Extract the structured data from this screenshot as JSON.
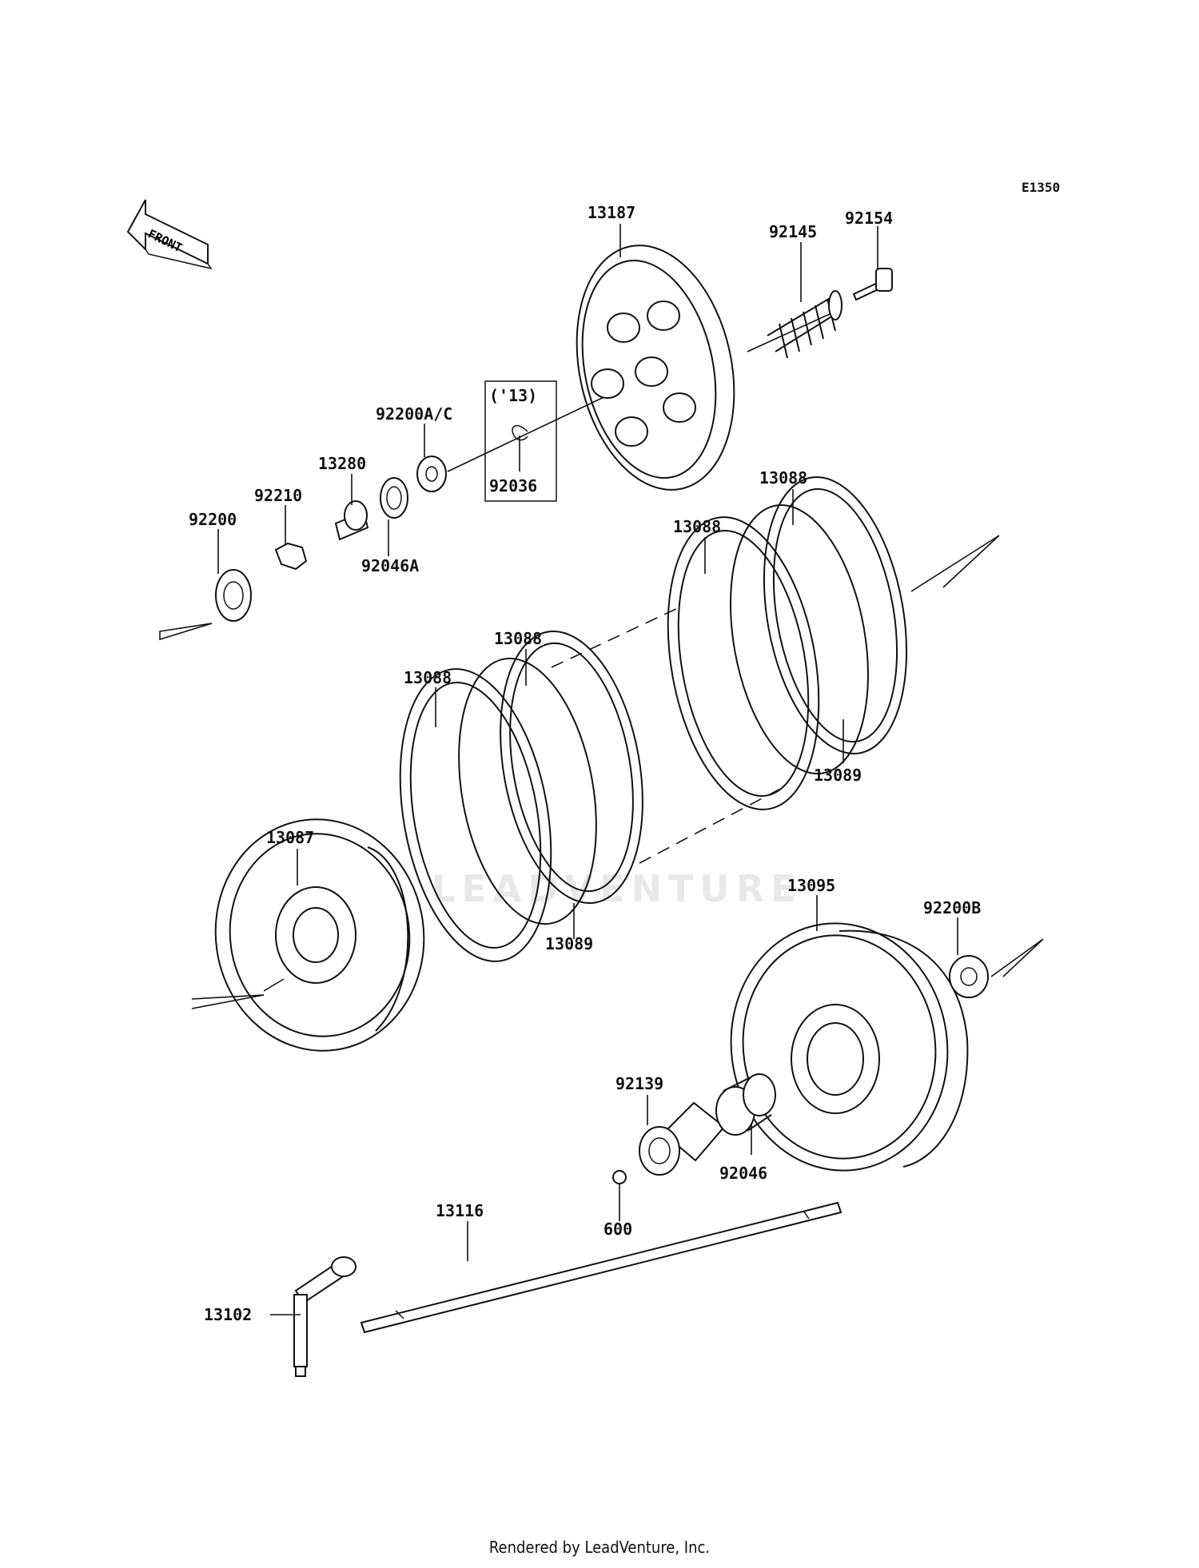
{
  "diagram_code": "E1350",
  "front_label": "FRONT",
  "note_label": "('13)",
  "watermark": "LEADVENTURE",
  "parts": [
    {
      "id": "p13187",
      "number": "13187"
    },
    {
      "id": "p92154",
      "number": "92154"
    },
    {
      "id": "p92145",
      "number": "92145"
    },
    {
      "id": "p92200ac",
      "number": "92200A/C"
    },
    {
      "id": "p92036",
      "number": "92036"
    },
    {
      "id": "p13280",
      "number": "13280"
    },
    {
      "id": "p92210",
      "number": "92210"
    },
    {
      "id": "p92200",
      "number": "92200"
    },
    {
      "id": "p92046a",
      "number": "92046A"
    },
    {
      "id": "p13088a",
      "number": "13088"
    },
    {
      "id": "p13088b",
      "number": "13088"
    },
    {
      "id": "p13088c",
      "number": "13088"
    },
    {
      "id": "p13088d",
      "number": "13088"
    },
    {
      "id": "p13089a",
      "number": "13089"
    },
    {
      "id": "p13089b",
      "number": "13089"
    },
    {
      "id": "p13087",
      "number": "13087"
    },
    {
      "id": "p13095",
      "number": "13095"
    },
    {
      "id": "p92200b",
      "number": "92200B"
    },
    {
      "id": "p92139",
      "number": "92139"
    },
    {
      "id": "p92046",
      "number": "92046"
    },
    {
      "id": "p600",
      "number": "600"
    },
    {
      "id": "p13116",
      "number": "13116"
    },
    {
      "id": "p13102",
      "number": "13102"
    }
  ],
  "footer": "Rendered by LeadVenture, Inc."
}
